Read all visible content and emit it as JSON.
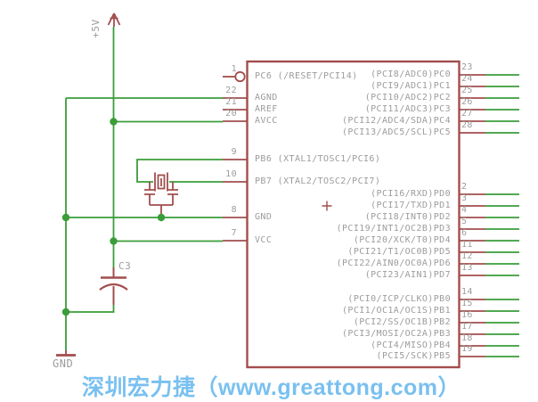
{
  "schematic": {
    "power_label": "+5V",
    "ground_label": "GND",
    "capacitor_label": "C3",
    "origin_marker": "+",
    "colors": {
      "wire": "#3a9d3a",
      "symbol": "#a34d4d",
      "pin_text": "#9c9c9c",
      "watermark": "#79c0f0"
    }
  },
  "ic": {
    "left_pins": [
      {
        "num": "1",
        "name": "PC6 (/RESET/PCI14)"
      },
      {
        "num": "22",
        "name": "AGND"
      },
      {
        "num": "21",
        "name": "AREF"
      },
      {
        "num": "20",
        "name": "AVCC"
      },
      {
        "num": "9",
        "name": "PB6 (XTAL1/TOSC1/PCI6)"
      },
      {
        "num": "10",
        "name": "PB7 (XTAL2/TOSC2/PCI7)"
      },
      {
        "num": "8",
        "name": "GND"
      },
      {
        "num": "7",
        "name": "VCC"
      }
    ],
    "right_pins": [
      {
        "num": "23",
        "name": "(PCI8/ADC0)PC0"
      },
      {
        "num": "24",
        "name": "(PCI9/ADC1)PC1"
      },
      {
        "num": "25",
        "name": "(PCI10/ADC2)PC2"
      },
      {
        "num": "26",
        "name": "(PCI11/ADC3)PC3"
      },
      {
        "num": "27",
        "name": "(PCI12/ADC4/SDA)PC4"
      },
      {
        "num": "28",
        "name": "(PCI13/ADC5/SCL)PC5"
      },
      {
        "num": "2",
        "name": "(PCI16/RXD)PD0"
      },
      {
        "num": "3",
        "name": "(PCI17/TXD)PD1"
      },
      {
        "num": "4",
        "name": "(PCI18/INT0)PD2"
      },
      {
        "num": "5",
        "name": "(PCI19/INT1/OC2B)PD3"
      },
      {
        "num": "6",
        "name": "(PCI20/XCK/T0)PD4"
      },
      {
        "num": "11",
        "name": "(PCI21/T1/OC0B)PD5"
      },
      {
        "num": "12",
        "name": "(PCI22/AIN0/OC0A)PD6"
      },
      {
        "num": "13",
        "name": "(PCI23/AIN1)PD7"
      },
      {
        "num": "14",
        "name": "(PCI0/ICP/CLKO)PB0"
      },
      {
        "num": "15",
        "name": "(PCI1/OC1A/OC1S)PB1"
      },
      {
        "num": "16",
        "name": "(PCI2/SS/OC1B)PB2"
      },
      {
        "num": "17",
        "name": "(PCI3/MOSI/OC2A)PB3"
      },
      {
        "num": "18",
        "name": "(PCI4/MISO)PB4"
      },
      {
        "num": "19",
        "name": "(PCI5/SCK)PB5"
      }
    ]
  },
  "watermark": {
    "text": "深圳宏力捷（www.greattong.com）"
  }
}
